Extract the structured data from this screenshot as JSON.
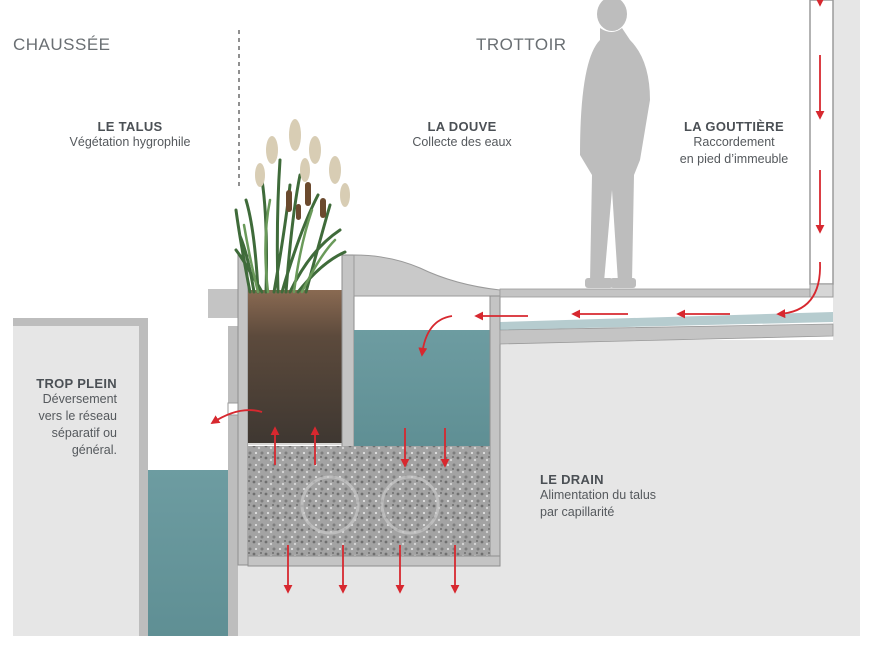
{
  "zones": {
    "chaussee": "CHAUSSÉE",
    "trottoir": "TROTTOIR"
  },
  "labels": {
    "talus": {
      "title": "LE TALUS",
      "desc": "Végétation hygrophile"
    },
    "douve": {
      "title": "LA DOUVE",
      "desc": "Collecte des eaux"
    },
    "gouttiere": {
      "title": "LA GOUTTIÈRE",
      "desc_1": "Raccordement",
      "desc_2": "en pied d’immeuble"
    },
    "trop_plein": {
      "title": "TROP PLEIN",
      "desc_1": "Déversement",
      "desc_2": "vers le réseau",
      "desc_3": "séparatif ou",
      "desc_4": "général."
    },
    "drain": {
      "title": "LE DRAIN",
      "desc_1": "Alimentation du talus",
      "desc_2": "par capillarité"
    }
  },
  "colors": {
    "arrow": "#d7282f",
    "water": "#6f9ea3",
    "ground": "#e6e6e6",
    "wall": "#bfbfbf",
    "soil": "#4e4336",
    "gravel": "#9d9d9d",
    "silhouette": "#bdbdbd"
  }
}
